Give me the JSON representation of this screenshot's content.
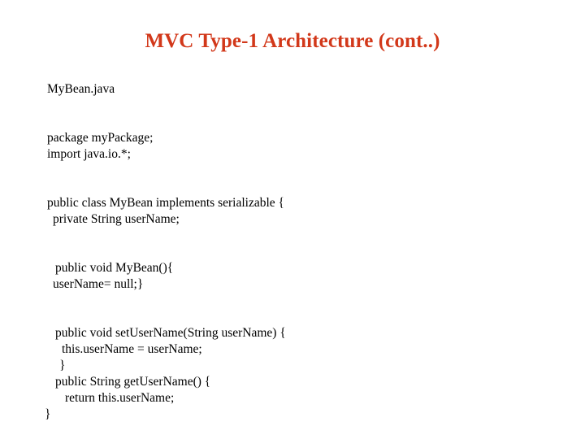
{
  "slide": {
    "title": "MVC Type-1 Architecture (cont..)",
    "title_color": "#d2381a",
    "background_color": "#ffffff",
    "text_color": "#000000"
  },
  "code": {
    "file_label": "MyBean.java",
    "lines": [
      {
        "text": "MyBean.java",
        "indent": 0
      },
      {
        "text": "",
        "indent": 0
      },
      {
        "text": "",
        "indent": 0
      },
      {
        "text": "package myPackage;",
        "indent": 0
      },
      {
        "text": "import java.io.*;",
        "indent": 0
      },
      {
        "text": "",
        "indent": 0
      },
      {
        "text": "",
        "indent": 0
      },
      {
        "text": "public class MyBean implements serializable {",
        "indent": 0
      },
      {
        "text": "private String userName;",
        "indent": 1
      },
      {
        "text": "",
        "indent": 0
      },
      {
        "text": "",
        "indent": 0
      },
      {
        "text": "public void MyBean(){",
        "indent": 2
      },
      {
        "text": "userName= null;}",
        "indent": 1
      },
      {
        "text": "",
        "indent": 0
      },
      {
        "text": "",
        "indent": 0
      },
      {
        "text": "public void setUserName(String userName) {",
        "indent": 2
      },
      {
        "text": "this.userName = userName;",
        "indent": 3
      },
      {
        "text": "}",
        "indent": 4
      },
      {
        "text": "public String getUserName() {",
        "indent": 2
      },
      {
        "text": "return this.userName;",
        "indent": 5
      },
      {
        "text": "}",
        "indent": 0
      }
    ]
  }
}
